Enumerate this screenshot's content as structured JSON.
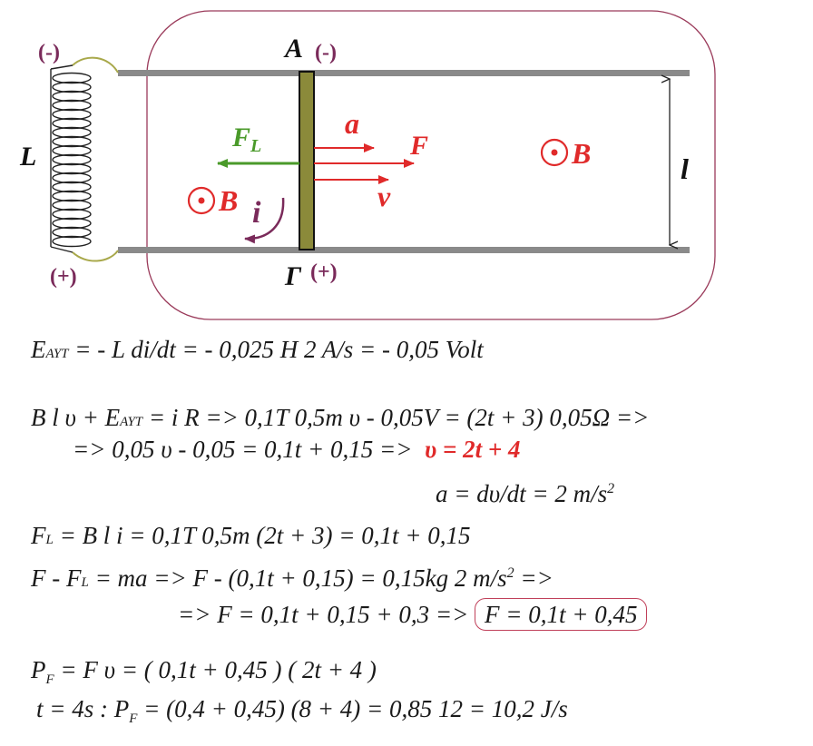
{
  "diagram": {
    "inductor_label": "L",
    "top_left_sign": "(-)",
    "bottom_left_sign": "(+)",
    "rod_top_label": "A",
    "rod_top_sign": "(-)",
    "rod_bottom_label": "Γ",
    "rod_bottom_sign": "(+)",
    "force_lorentz_label": "F",
    "force_lorentz_sub": "L",
    "accel_label": "a",
    "force_label": "F",
    "velocity_label": "v",
    "current_label": "i",
    "field_left_label": "B",
    "field_right_label": "B",
    "length_label": "l",
    "colors": {
      "rails": "#8a8a8a",
      "rod": "#8b8a3a",
      "enclosure": "#9a3a5a",
      "red": "#e02a2a",
      "green": "#4a9a2a",
      "purple": "#7a2a5a",
      "coil_lead": "#a8a84a"
    }
  },
  "equations": {
    "line1": {
      "pre": "E",
      "sub": "AYT",
      "post": " = - L di/dt = - 0,025 H 2 A/s = - 0,05 Volt"
    },
    "line2": {
      "pre": "B l υ  +  E",
      "sub": "AYT",
      "post": "  =  i R  =>  0,1T 0,5m υ - 0,05V = (2t + 3) 0,05Ω =>"
    },
    "line3": {
      "text": "=>  0,05 υ - 0,05 = 0,1t + 0,15 =>",
      "highlight": "υ = 2t + 4"
    },
    "line4": {
      "pre": "a = dυ/dt = 2 m/s",
      "sup": "2"
    },
    "line5": {
      "pre": "F",
      "sub": "L",
      "post": " = B l i = 0,1T 0,5m (2t + 3) = 0,1t + 0,15"
    },
    "line6": {
      "pre": "F - F",
      "sub": "L",
      "mid": " = ma =>  F  - (0,1t + 0,15) = 0,15kg  2 m/s",
      "sup": "2",
      "post": "   =>"
    },
    "line7": {
      "text": "=>  F  =   0,1t + 0,15  + 0,3  =>",
      "boxed": "F = 0,1t + 0,45"
    },
    "line8": {
      "pre": "P",
      "sub": "F",
      "post": " =  F υ = ( 0,1t + 0,45 ) ( 2t + 4 )"
    },
    "line9": {
      "pre": "t = 4s :   P",
      "sub": "F",
      "post": " = (0,4 + 0,45) (8 + 4) = 0,85 12 = 10,2 J/s"
    }
  }
}
